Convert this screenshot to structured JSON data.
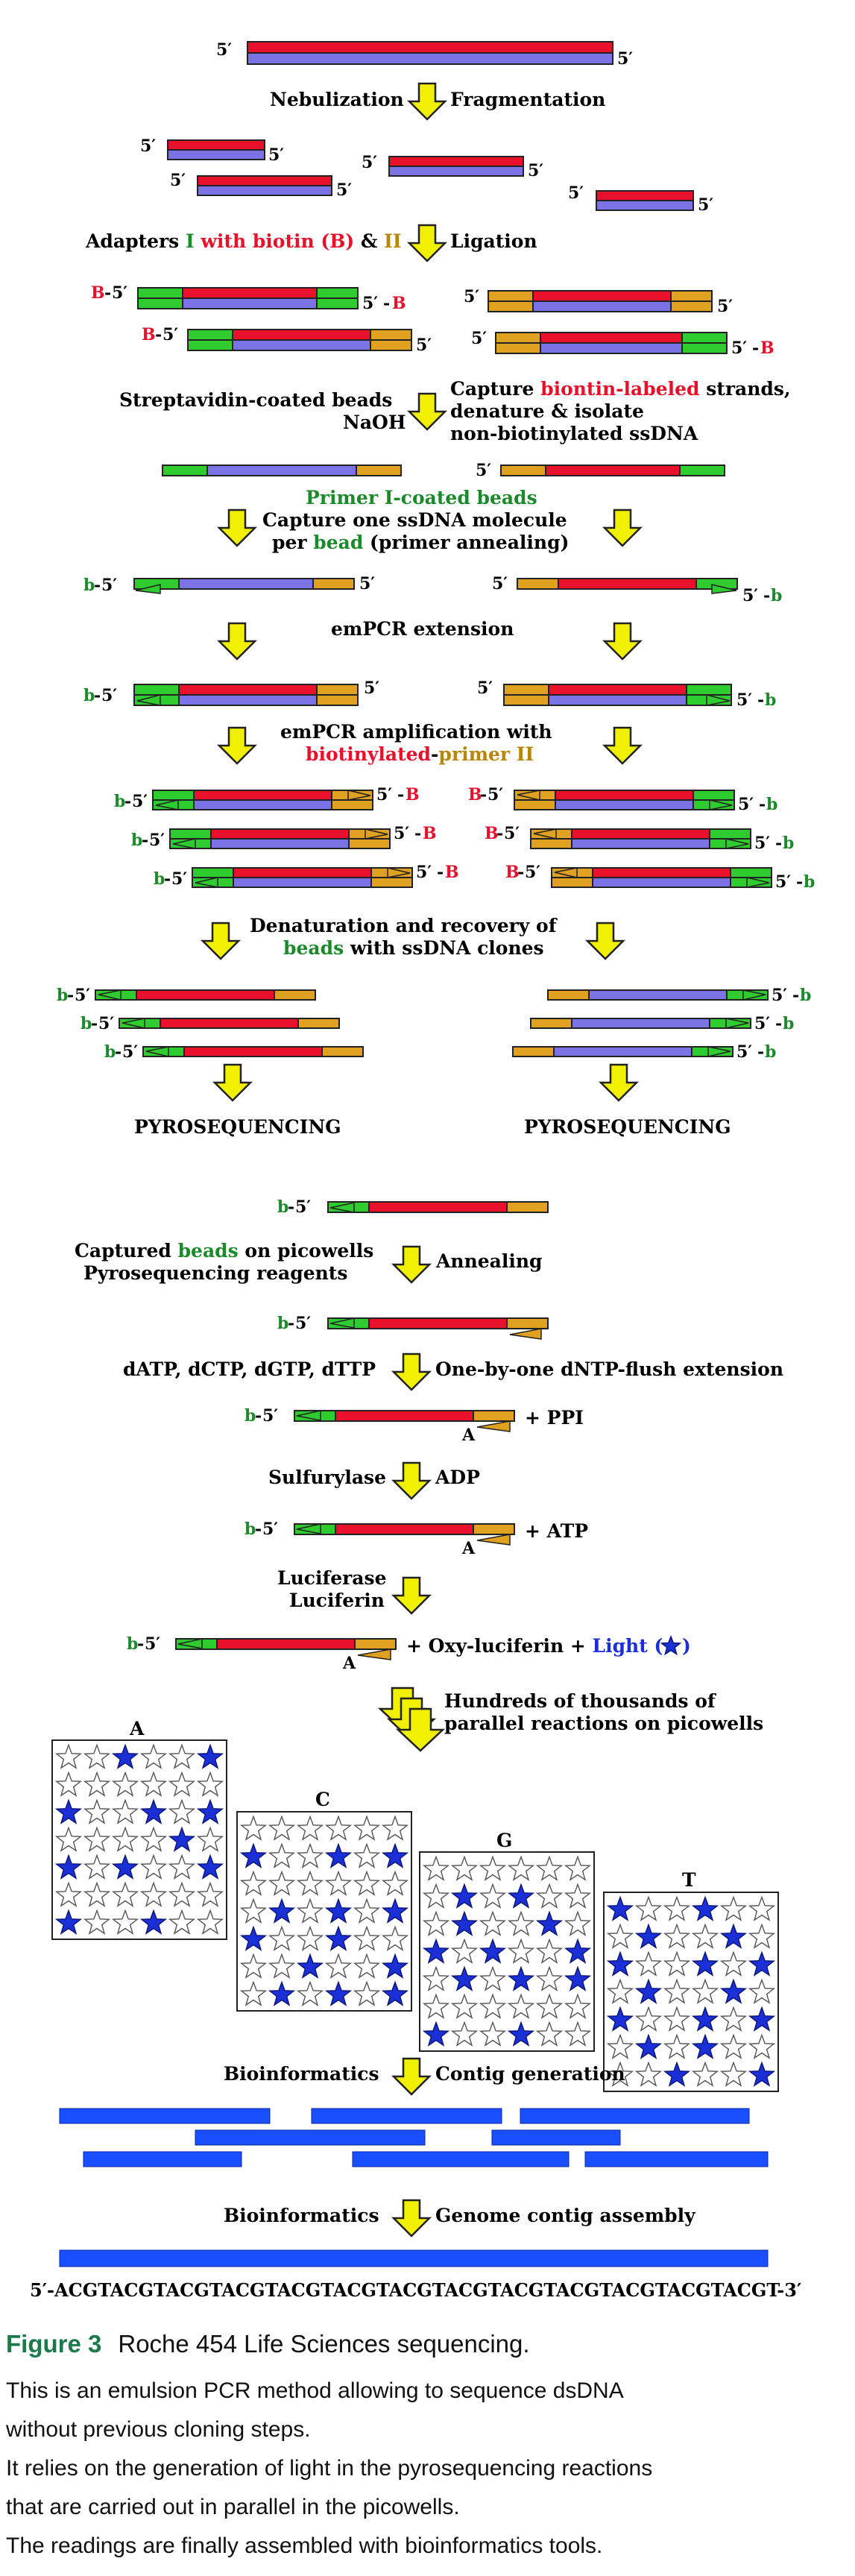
{
  "labels": {
    "five_prime": "5′",
    "nebulization": "Nebulization",
    "fragmentation": "Fragmentation",
    "adapters_pre": "Adapters ",
    "adapters_I": "I",
    "adapters_biotin": " with biotin (B)",
    "adapters_amp": " & ",
    "adapters_II": "II",
    "ligation": "Ligation",
    "B": "B",
    "b": "b",
    "streptavidin": "Streptavidin-coated beads",
    "naoh": "NaOH",
    "capture_pre": "Capture ",
    "capture_biotin": "biontin-labeled",
    "capture_post": " strands,",
    "denature": "denature & isolate",
    "non_biotin": "non-biotinylated ssDNA",
    "primer_beads": "Primer I-coated beads",
    "capture_one": "Capture one ssDNA molecule",
    "per_bead_pre": "per ",
    "per_bead_bead": "bead",
    "per_bead_post": " (primer annealing)",
    "emPCR_ext": "emPCR extension",
    "emPCR_amp": "emPCR amplification with",
    "biotinylated": "biotinylated",
    "dash": "-",
    "primer_II": "primer II",
    "denaturation": "Denaturation and recovery of",
    "beads_word": "beads",
    "with_clones": " with ssDNA clones",
    "pyro": "PYROSEQUENCING",
    "captured_pre": "Captured ",
    "captured_beads": "beads",
    "captured_post": " on picowells",
    "pyro_reagents": "Pyrosequencing reagents",
    "annealing": "Annealing",
    "dntps": "dATP, dCTP, dGTP, dTTP",
    "flush": "One-by-one dNTP-flush extension",
    "A": "A",
    "ppi": "+ PPI",
    "sulfurylase": "Sulfurylase",
    "adp": "ADP",
    "atp": "+ ATP",
    "luciferase": "Luciferase",
    "luciferin": "Luciferin",
    "oxy": "+ Oxy-luciferin + ",
    "light": "Light (",
    "light_close": ")",
    "hundreds": "Hundreds of thousands of",
    "parallel": "parallel reactions on picowells",
    "grid_A": "A",
    "grid_C": "C",
    "grid_G": "G",
    "grid_T": "T",
    "bioinfo": "Bioinformatics",
    "contig_gen": "Contig generation",
    "genome_assembly": "Genome contig assembly",
    "sequence": "5′-ACGTACGTACGTACGTACGTACGTACGTACGTACGTACGTACGTACGTACGT-3′"
  },
  "caption": {
    "figure_number": "Figure 3",
    "figure_title": "Roche 454 Life Sciences sequencing.",
    "lines": [
      "This is an emulsion PCR method allowing to sequence dsDNA",
      "without previous cloning steps.",
      "It  relies on the generation of light in the pyrosequencing reactions",
      "that are carried out in parallel in the picowells.",
      "The readings are finally assembled with bioinformatics tools."
    ]
  },
  "colors": {
    "strand_red": "#e8102a",
    "strand_blue": "#7b72e6",
    "adapter_green": "#2ecc2e",
    "adapter_gold": "#e0a020",
    "arrow_yellow": "#f0f000",
    "star_blue": "#1a2fd6",
    "contig_blue": "#1a4fff",
    "caption_green": "#1a7a4a"
  },
  "grids": {
    "A": [
      [
        0,
        0,
        1,
        0,
        0,
        1
      ],
      [
        0,
        0,
        0,
        0,
        0,
        0
      ],
      [
        1,
        0,
        0,
        1,
        0,
        1
      ],
      [
        0,
        0,
        0,
        0,
        1,
        0
      ],
      [
        1,
        0,
        1,
        0,
        0,
        1
      ],
      [
        0,
        0,
        0,
        0,
        0,
        0
      ],
      [
        1,
        0,
        0,
        1,
        0,
        0
      ]
    ],
    "C": [
      [
        0,
        0,
        0,
        0,
        0,
        0
      ],
      [
        1,
        0,
        0,
        1,
        0,
        1
      ],
      [
        0,
        0,
        0,
        0,
        0,
        0
      ],
      [
        0,
        1,
        0,
        1,
        0,
        1
      ],
      [
        1,
        0,
        0,
        1,
        0,
        0
      ],
      [
        0,
        0,
        1,
        0,
        0,
        1
      ],
      [
        0,
        1,
        0,
        1,
        0,
        1
      ]
    ],
    "G": [
      [
        0,
        0,
        0,
        0,
        0,
        0
      ],
      [
        0,
        1,
        0,
        1,
        0,
        0
      ],
      [
        0,
        1,
        0,
        0,
        1,
        0
      ],
      [
        1,
        0,
        1,
        0,
        0,
        1
      ],
      [
        0,
        1,
        0,
        1,
        0,
        1
      ],
      [
        0,
        0,
        0,
        0,
        0,
        0
      ],
      [
        1,
        0,
        0,
        1,
        0,
        0
      ]
    ],
    "T": [
      [
        1,
        0,
        0,
        1,
        0,
        0
      ],
      [
        0,
        1,
        0,
        0,
        1,
        0
      ],
      [
        1,
        0,
        0,
        1,
        0,
        1
      ],
      [
        0,
        1,
        0,
        0,
        1,
        0
      ],
      [
        1,
        0,
        0,
        1,
        0,
        1
      ],
      [
        0,
        1,
        0,
        1,
        0,
        0
      ],
      [
        0,
        0,
        1,
        0,
        0,
        1
      ]
    ]
  }
}
